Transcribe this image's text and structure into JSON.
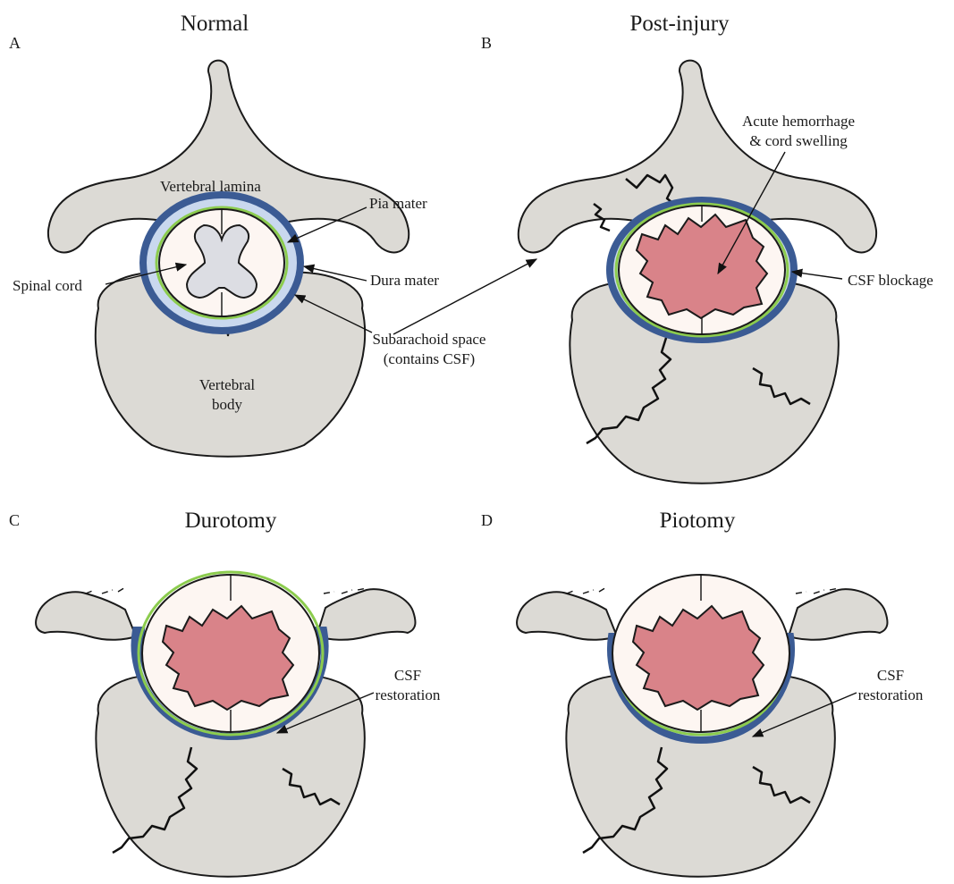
{
  "panels": {
    "a": {
      "letter": "A",
      "title": "Normal"
    },
    "b": {
      "letter": "B",
      "title": "Post-injury"
    },
    "c": {
      "letter": "C",
      "title": "Durotomy"
    },
    "d": {
      "letter": "D",
      "title": "Piotomy"
    }
  },
  "labels": {
    "vertebral_lamina": "Vertebral lamina",
    "pia_mater": "Pia mater",
    "spinal_cord": "Spinal cord",
    "dura_mater": "Dura mater",
    "subarachnoid_line1": "Subarachoid space",
    "subarachnoid_line2": "(contains CSF)",
    "vertebral_body_line1": "Vertebral",
    "vertebral_body_line2": "body",
    "hemorrhage_line1": "Acute hemorrhage",
    "hemorrhage_line2": "& cord swelling",
    "csf_blockage": "CSF blockage",
    "csf_restoration_c_line1": "CSF",
    "csf_restoration_c_line2": "restoration",
    "csf_restoration_d_line1": "CSF",
    "csf_restoration_d_line2": "restoration"
  },
  "colors": {
    "bone": "#dcdad5",
    "dura_mater": "#3b5b94",
    "subarachnoid_csf": "#c9d8ee",
    "pia_mater": "#8ccc4e",
    "spinal_cord": "#fdf6f2",
    "gray_matter": "#dcdde3",
    "hemorrhage": "#d98389"
  }
}
